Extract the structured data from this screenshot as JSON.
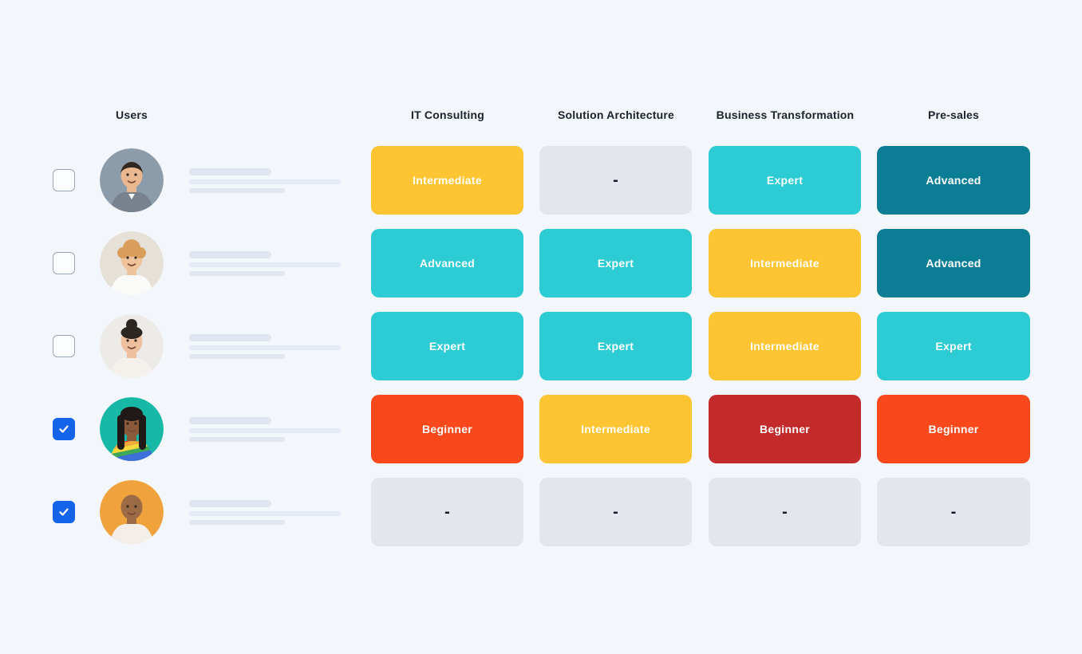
{
  "columns": [
    "Users",
    "IT Consulting",
    "Solution Architecture",
    "Business Transformation",
    "Pre-sales"
  ],
  "palette": {
    "yellow": "#FDC531",
    "turquoise": "#2DCBD3",
    "teal_dark": "#0B7E95",
    "orange": "#F9481B",
    "red_dark": "#C32B2B",
    "gray": "#E3E6ED",
    "checkbox_checked": "#1563E9",
    "header_text": "#19222E",
    "background": "#F3F6FA"
  },
  "rows": [
    {
      "checked": false,
      "avatar_icon": "man-dark-hair-suit-avatar",
      "skills": [
        {
          "label": "Intermediate",
          "color": "yellow"
        },
        {
          "label": "-",
          "color": "gray"
        },
        {
          "label": "Expert",
          "color": "turquoise"
        },
        {
          "label": "Advanced",
          "color": "teal_dark"
        }
      ]
    },
    {
      "checked": false,
      "avatar_icon": "man-curly-blond-avatar",
      "skills": [
        {
          "label": "Advanced",
          "color": "turquoise"
        },
        {
          "label": "Expert",
          "color": "turquoise"
        },
        {
          "label": "Intermediate",
          "color": "yellow"
        },
        {
          "label": "Advanced",
          "color": "teal_dark"
        }
      ]
    },
    {
      "checked": false,
      "avatar_icon": "woman-dark-bun-avatar",
      "skills": [
        {
          "label": "Expert",
          "color": "turquoise"
        },
        {
          "label": "Expert",
          "color": "turquoise"
        },
        {
          "label": "Intermediate",
          "color": "yellow"
        },
        {
          "label": "Expert",
          "color": "turquoise"
        }
      ]
    },
    {
      "checked": true,
      "avatar_icon": "woman-braids-colorful-avatar",
      "skills": [
        {
          "label": "Beginner",
          "color": "orange"
        },
        {
          "label": "Intermediate",
          "color": "yellow"
        },
        {
          "label": "Beginner",
          "color": "red_dark"
        },
        {
          "label": "Beginner",
          "color": "orange"
        }
      ]
    },
    {
      "checked": true,
      "avatar_icon": "woman-bald-orange-avatar",
      "skills": [
        {
          "label": "-",
          "color": "gray"
        },
        {
          "label": "-",
          "color": "gray"
        },
        {
          "label": "-",
          "color": "gray"
        },
        {
          "label": "-",
          "color": "gray"
        }
      ]
    }
  ]
}
